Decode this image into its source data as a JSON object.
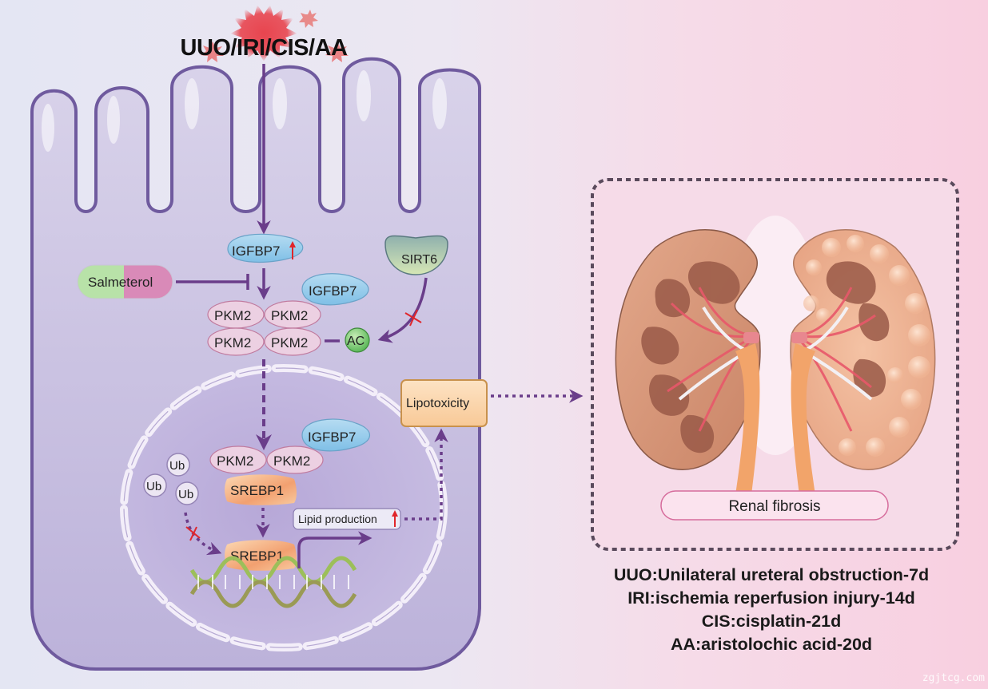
{
  "title": "UUO/IRI/CIS/AA",
  "cell": {
    "igfbp7_up": "IGFBP7",
    "igfbp7_cyto": "IGFBP7",
    "igfbp7_nuc": "IGFBP7",
    "salmeterol": "Salmeterol",
    "sirt6": "SIRT6",
    "pkm2": [
      "PKM2",
      "PKM2",
      "PKM2",
      "PKM2"
    ],
    "pkm2_nuc": [
      "PKM2",
      "PKM2"
    ],
    "ac": "AC",
    "ub": [
      "Ub",
      "Ub",
      "Ub"
    ],
    "srebp1_top": "SREBP1",
    "srebp1_bottom": "SREBP1",
    "lipid_production": "Lipid production",
    "lipotoxicity": "Lipotoxicity"
  },
  "kidney_panel": {
    "label": "Renal fibrosis"
  },
  "legend": [
    "UUO:Unilateral ureteral obstruction-7d",
    "IRI:ischemia reperfusion injury-14d",
    "CIS:cisplatin-21d",
    "AA:aristolochic acid-20d"
  ],
  "watermark": "zgjtcg.com",
  "colors": {
    "arrow": "#6a3d8a",
    "inhibit_x": "#e0262b",
    "up_arrow": "#e0262b"
  }
}
